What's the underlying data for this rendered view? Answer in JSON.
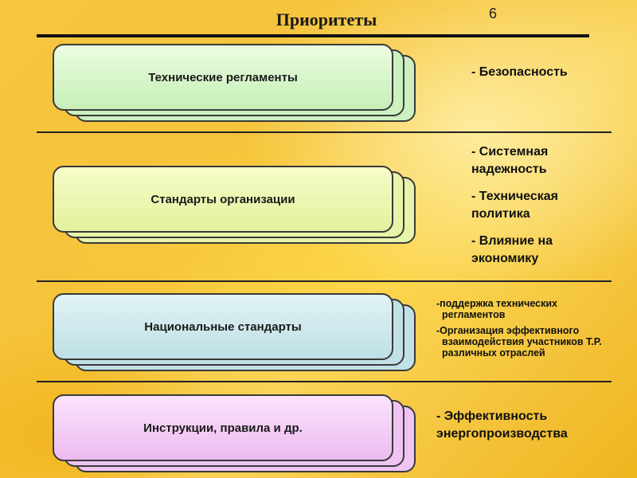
{
  "slide": {
    "title": "Приоритеты",
    "page_number": "6"
  },
  "rows": [
    {
      "box_label": "Технические регламенты",
      "notes": [
        "- Безопасность"
      ]
    },
    {
      "box_label": "Стандарты организации",
      "notes": [
        "- Системная надежность",
        "- Техническая политика",
        "- Влияние на экономику"
      ]
    },
    {
      "box_label": "Национальные стандарты",
      "notes": [
        "-поддержка технических регламентов",
        "-Организация эффективного взаимодействия участников Т.Р. различных отраслей"
      ]
    },
    {
      "box_label": "Инструкции, правила и др.",
      "notes": [
        "- Эффективность энергопроизводства"
      ]
    }
  ],
  "colors": {
    "box_green": "#ccf0c0",
    "box_lime": "#e6f3a9",
    "box_blue": "#c2e1e6",
    "box_pink": "#efc4f2",
    "background": "#f5c33a"
  }
}
